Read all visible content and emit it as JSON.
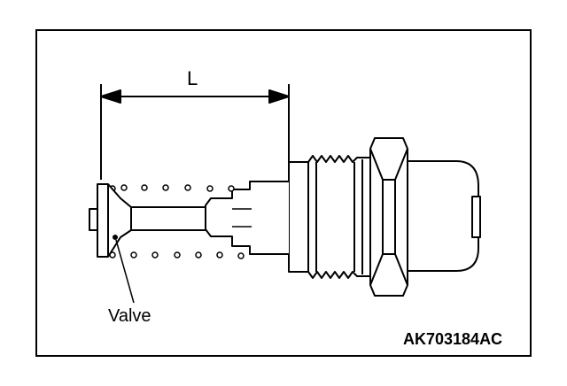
{
  "diagram": {
    "dimension_label": "L",
    "part_label": "Valve",
    "figure_code": "AK703184AC"
  },
  "colors": {
    "line": "#000000",
    "background": "#ffffff"
  }
}
